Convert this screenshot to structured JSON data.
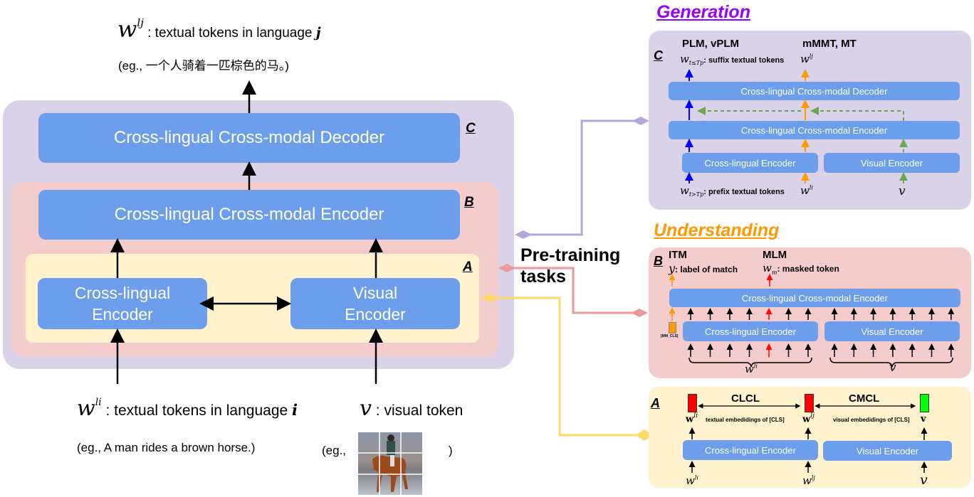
{
  "colors": {
    "purple_panel": "#d9d2e9",
    "pink_panel": "#f4cccc",
    "yellow_panel": "#fff2cc",
    "block_blue": "#6d9eeb",
    "generation_title": "#9900ff",
    "understanding_title": "#ff9900",
    "connector_purple": "#b4a7d6",
    "connector_pink": "#ea9999",
    "connector_yellow": "#ffd966",
    "arrow_blue": "#0000ff",
    "arrow_orange": "#ff9900",
    "arrow_red": "#ff0000",
    "arrow_green_dashed": "#6aa84f",
    "cls_red": "#ff0000",
    "cls_green": "#00ff00"
  },
  "left": {
    "output": {
      "symbol": "w",
      "superscript": "lj",
      "desc": ": textual tokens in language ",
      "lang": "j",
      "example": "(eg.,  一个人骑着一匹棕色的马。)"
    },
    "decoder": {
      "label": "Cross-lingual Cross-modal Decoder",
      "tag": "C"
    },
    "encoder": {
      "label": "Cross-lingual Cross-modal Encoder",
      "tag": "B"
    },
    "stage_a_tag": "A",
    "cross_lingual_encoder": {
      "line1": "Cross-lingual",
      "line2": "Encoder"
    },
    "visual_encoder": {
      "line1": "Visual",
      "line2": "Encoder"
    },
    "input_text": {
      "symbol": "w",
      "superscript": "li",
      "desc": ": textual tokens in language ",
      "lang": "i",
      "example": "(eg., A man rides a brown horse.)"
    },
    "input_visual": {
      "symbol": "v",
      "desc": ": visual token",
      "example_open": "(eg.,",
      "example_close": ")",
      "image_alt": "man riding brown horse on beach, split into 3x3 patches"
    }
  },
  "pretraining_label": {
    "line1": "Pre-training",
    "line2": "tasks"
  },
  "generation": {
    "title": "Generation",
    "tag": "C",
    "task_left": "PLM, vPLM",
    "task_right": "mMMT, MT",
    "suffix_label": ": suffix textual tokens",
    "suffix_sub": "t≤Tp",
    "prefix_label": ": prefix textual tokens",
    "prefix_sub": "t>Tp",
    "out_right_sup": "lj",
    "in_right_sup": "li",
    "visual_input": "v",
    "decoder_label": "Cross-lingual Cross-modal Decoder",
    "encoder_label": "Cross-lingual Cross-modal Encoder",
    "cl_encoder_label": "Cross-lingual Encoder",
    "visual_encoder_label": "Visual Encoder"
  },
  "understanding": {
    "title": "Understanding",
    "tag": "B",
    "task_left": "ITM",
    "task_right": "MLM",
    "itm_symbol": "y",
    "itm_desc": ": label of match",
    "mlm_sub": "m",
    "mlm_sup": "li",
    "mlm_desc": ": masked token",
    "cls_token": "[MM_CLS]",
    "encoder_label": "Cross-lingual Cross-modal Encoder",
    "cl_encoder_label": "Cross-lingual Encoder",
    "visual_encoder_label": "Visual Encoder",
    "text_brace_sup": "li",
    "visual_brace": "v",
    "text_token_count": 7,
    "visual_token_count": 7,
    "masked_token_index": 4
  },
  "contrastive": {
    "tag": "A",
    "clcl": "CLCL",
    "cmcl": "CMCL",
    "text_emb_desc": "textual embedidings of [CLS]",
    "vis_emb_desc": "visual embedidings of [CLS]",
    "w_li_sup": "li",
    "w_lj_sup": "lj",
    "v_bold": "v",
    "cl_encoder_label": "Cross-lingual Encoder",
    "visual_encoder_label": "Visual Encoder",
    "in_li_sup": "li",
    "in_lj_sup": "lj",
    "in_v": "v"
  }
}
